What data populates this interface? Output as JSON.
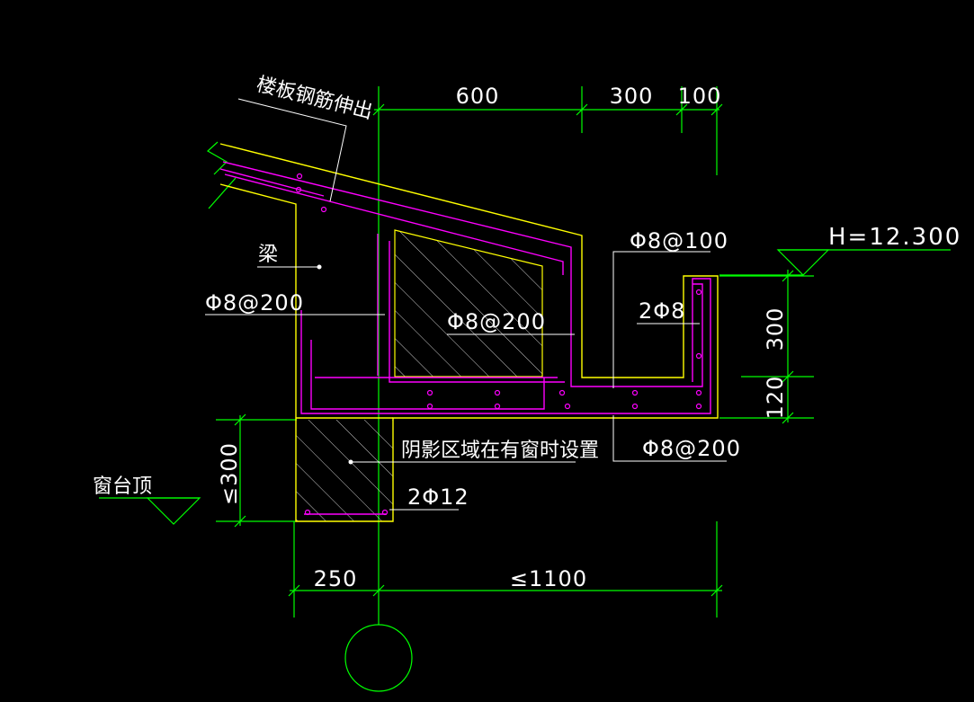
{
  "colors": {
    "background": "#000000",
    "dimension": "#00ff00",
    "outline": "#ffff00",
    "rebar": "#ff00ff",
    "leader": "#ffffff",
    "text": "#ffffff"
  },
  "dimensions": {
    "top": [
      "600",
      "300",
      "100"
    ],
    "right": [
      "300",
      "120"
    ],
    "left": "≤300",
    "bottom": [
      "250",
      "≤1100"
    ]
  },
  "labels": {
    "slab_rebar": "楼板钢筋伸出",
    "beam": "梁",
    "stirrup_left": "Φ8@200",
    "stirrup_mid": "Φ8@200",
    "top_right": "Φ8@100",
    "bars_right": "2Φ8",
    "bottom_right": "Φ8@200",
    "shaded_note": "阴影区域在有窗时设置",
    "bars_bottom": "2Φ12",
    "window_sill": "窗台顶",
    "elevation": "H=12.300"
  }
}
